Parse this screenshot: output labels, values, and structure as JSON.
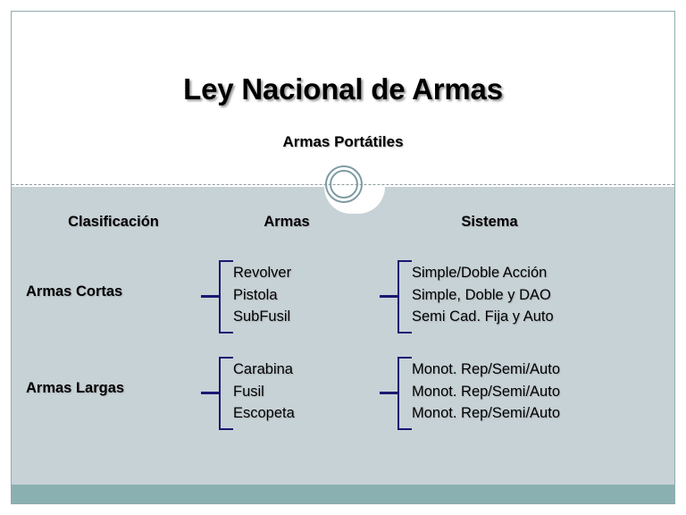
{
  "slide": {
    "title": "Ley Nacional de Armas",
    "subtitle": "Armas Portátiles",
    "ornament": "double-ring-icon",
    "colors": {
      "body_band": "#c7d2d7",
      "footer_band": "#8bb0b1",
      "border": "#93a9ad",
      "brace": "#191970",
      "ring": "#7e9ba1",
      "text": "#000000"
    }
  },
  "table": {
    "headers": {
      "clasificacion": "Clasificación",
      "armas": "Armas",
      "sistema": "Sistema"
    },
    "rows": [
      {
        "clasificacion": "Armas Cortas",
        "armas": [
          "Revolver",
          "Pistola",
          "SubFusil"
        ],
        "sistema": [
          "Simple/Doble Acción",
          "Simple, Doble y DAO",
          "Semi Cad. Fija y Auto"
        ]
      },
      {
        "clasificacion": "Armas Largas",
        "armas": [
          "Carabina",
          "Fusil",
          "Escopeta"
        ],
        "sistema": [
          "Monot. Rep/Semi/Auto",
          "Monot. Rep/Semi/Auto",
          "Monot. Rep/Semi/Auto"
        ]
      }
    ]
  }
}
